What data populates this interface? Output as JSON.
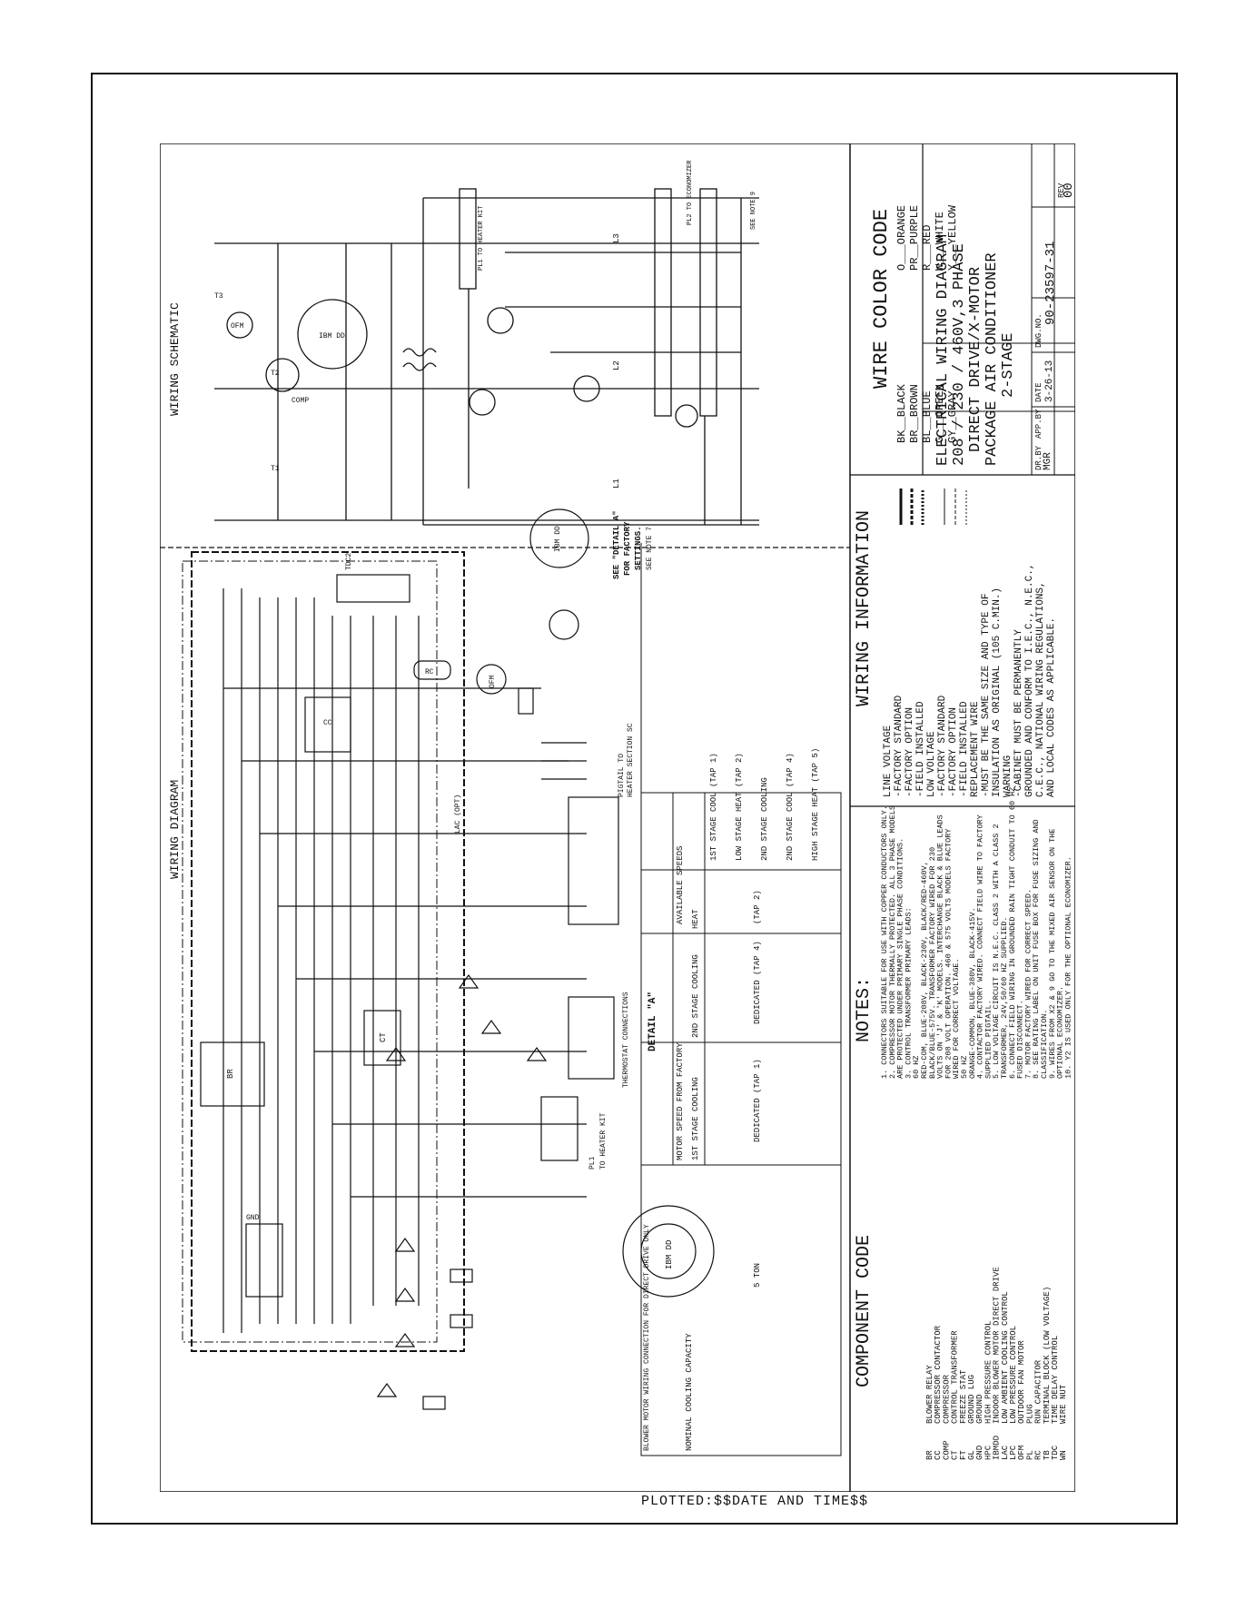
{
  "sections": {
    "wiring_schematic": "WIRING SCHEMATIC",
    "wiring_diagram": "WIRING DIAGRAM",
    "component_code": "COMPONENT CODE",
    "notes": "NOTES:",
    "wiring_information": "WIRING INFORMATION",
    "wire_color_code": "WIRE COLOR CODE"
  },
  "wire_colors": {
    "left": [
      "BK__BLACK",
      "BR__BROWN",
      "BL__BLUE",
      "G___GREEN",
      "GY__GRAY"
    ],
    "right": [
      "O___ORANGE",
      "PR__PURPLE",
      "R___RED",
      "W___WHITE",
      "Y___YELLOW"
    ]
  },
  "title_block": {
    "lines": [
      "ELECTRICAL WIRING DIAGRAM",
      "208 / 230 / 460V,3 PHASE",
      "DIRECT DRIVE/X-MOTOR",
      "PACKAGE AIR CONDITIONER",
      "2-STAGE"
    ],
    "dr_by_label": "DR.BY",
    "dr_by": "MGR",
    "app_by_label": "APP.BY",
    "date_label": "DATE",
    "date": "3-26-13",
    "dwg_label": "DWG.NO.",
    "dwg": "90-23597-31",
    "rev_label": "REV",
    "rev": "00"
  },
  "wiring_info": {
    "line_voltage": "LINE VOLTAGE",
    "line_items": [
      "-FACTORY STANDARD",
      "-FACTORY OPTION",
      "-FIELD INSTALLED"
    ],
    "low_voltage": "LOW VOLTAGE",
    "low_items": [
      "-FACTORY STANDARD",
      "-FACTORY OPTION",
      "-FIELD INSTALLED"
    ],
    "replacement": [
      "REPLACEMENT WIRE",
      "-MUST BE THE SAME SIZE AND TYPE OF",
      "INSULATION AS ORIGINAL (105 C.MIN.)"
    ],
    "warning": [
      "WARNING",
      "-CABINET MUST BE PERMANENTLY",
      "GROUNDED AND CONFORM TO I.E.C., N.E.C.,",
      "C.E.C., NATIONAL WIRING REGULATIONS,",
      "AND LOCAL CODES AS APPLICABLE."
    ]
  },
  "notes": [
    "1. CONNECTORS SUITABLE FOR USE WITH COPPER CONDUCTORS ONLY.",
    "2. COMPRESSOR MOTOR THERMALLY PROTECTED. ALL 3 PHASE MODELS",
    "   ARE PROTECTED UNDER PRIMARY SINGLE PHASE CONDITIONS.",
    "3. CONTROL TRANSFORMER PRIMARY LEADS:",
    "   60 HZ",
    "   RED-COM, BLUE-208V, BLACK-230V, BLACK/RED-460V,",
    "   BLACK/BLUE-575V. TRANSFORMER FACTORY WIRED FOR 230",
    "   VOLTS ON 'J' & 'K' MODELS. INTERCHANGE BLACK & BLUE LEADS",
    "   FOR 208 VOLT OPERATION. 460 & 575 VOLTS MODELS FACTORY",
    "   WIRED FOR CORRECT VOLTAGE.",
    "   50 HZ",
    "   ORANGE-COMMON, BLUE-380V, BLACK-415V.",
    "4. CONTACTOR FACTORY WIRED. CONNECT FIELD WIRE TO FACTORY",
    "   SUPPLIED PIGTAIL.",
    "5. LOW VOLTAGE CIRCUIT IS N.E.C. CLASS 2 WITH A CLASS 2",
    "   TRANSFORMER, 24V,50/60 HZ SUPPLIED.",
    "6. CONNECT FIELD WIRING IN GROUNDED RAIN TIGHT CONDUIT TO 60 HZ",
    "   FUSED DISCONNECT.",
    "7. MOTOR FACTORY WIRED FOR CORRECT SPEED.",
    "8. SEE RATING LABEL ON UNIT FUSE BOX FOR FUSE SIZING AND",
    "   CLASSIFICATION.",
    "9. WIRES FROM X2 & 9 GO TO THE MIXED AIR SENSOR ON THE",
    "   OPTIONAL ECONOMIZER.",
    "10. Y2 IS USED ONLY FOR THE OPTIONAL ECONOMIZER."
  ],
  "component_codes": [
    [
      "BR",
      "BLOWER RELAY"
    ],
    [
      "CC",
      "COMPRESSOR CONTACTOR"
    ],
    [
      "COMP",
      "COMPRESSOR"
    ],
    [
      "CT",
      "CONTROL TRANSFORMER"
    ],
    [
      "FT",
      "FREEZE STAT"
    ],
    [
      "GL",
      "GROUND LUG"
    ],
    [
      "GND",
      "GROUND"
    ],
    [
      "HPC",
      "HIGH PRESSURE CONTROL"
    ],
    [
      "IBMDD",
      "INDOOR BLOWER MOTOR DIRECT DRIVE"
    ],
    [
      "LAC",
      "LOW AMBIENT COOLING CONTROL"
    ],
    [
      "LPC",
      "LOW PRESSURE CONTROL"
    ],
    [
      "OFM",
      "OUTDOOR FAN MOTOR"
    ],
    [
      "PL",
      "PLUG"
    ],
    [
      "RC",
      "RUN CAPACITOR"
    ],
    [
      "TB",
      "TERMINAL BLOCK (LOW VOLTAGE)"
    ],
    [
      "TDC",
      "TIME DELAY CONTROL"
    ],
    [
      "WN",
      "WIRE NUT"
    ]
  ],
  "detail": {
    "title": "DETAIL \"A\"",
    "headers": [
      "NOMINAL COOLING CAPACITY",
      "MOTOR SPEED FROM FACTORY",
      "AVAILABLE SPEEDS"
    ],
    "subheaders": [
      "1ST STAGE COOLING",
      "2ND STAGE COOLING",
      "HEAT"
    ],
    "row": [
      "5 TON",
      "DEDICATED (TAP 1)",
      "DEDICATED (TAP 4)",
      "(TAP 2)"
    ],
    "speeds": [
      "1ST STAGE COOL (TAP 1)",
      "LOW STAGE HEAT (TAP 2)",
      "2ND STAGE COOLING",
      "2ND STAGE COOL (TAP 4)",
      "HIGH STAGE HEAT (TAP 5)"
    ],
    "blower_title": "BLOWER MOTOR WIRING CONNECTION FOR DIRECT DRIVE ONLY"
  },
  "diagram_labels": {
    "see_detail": "SEE \"DETAIL A\"",
    "factory": "FOR FACTORY",
    "settings": "SETTINGS.",
    "see_note7": "SEE NOTE 7",
    "pigtail": "PIGTAIL TO",
    "heater_sc": "HEATER SECTION SC",
    "thermostat": "THERMOSTAT CONNECTIONS",
    "pl1": "PL1",
    "to_heater": "TO HEATER KIT",
    "pl_heater": "PL1 TO HEATER KIT",
    "pl2": "PL2 TO ECONOMIZER",
    "see_note9": "SEE NOTE 9",
    "ibm": "IBM DD",
    "comp": "COMP",
    "ofm": "OFM",
    "br": "BR",
    "ct": "CT",
    "gnd": "GND",
    "tdc2": "TDC2",
    "lac_opt": "LAC (OPT)",
    "cc": "CC",
    "rc": "RC",
    "l1": "L1",
    "l2": "L2",
    "l3": "L3",
    "t1": "T1",
    "t2": "T2",
    "t3": "T3"
  },
  "footer": {
    "plotted": "PLOTTED:$$DATE AND TIME$$"
  }
}
